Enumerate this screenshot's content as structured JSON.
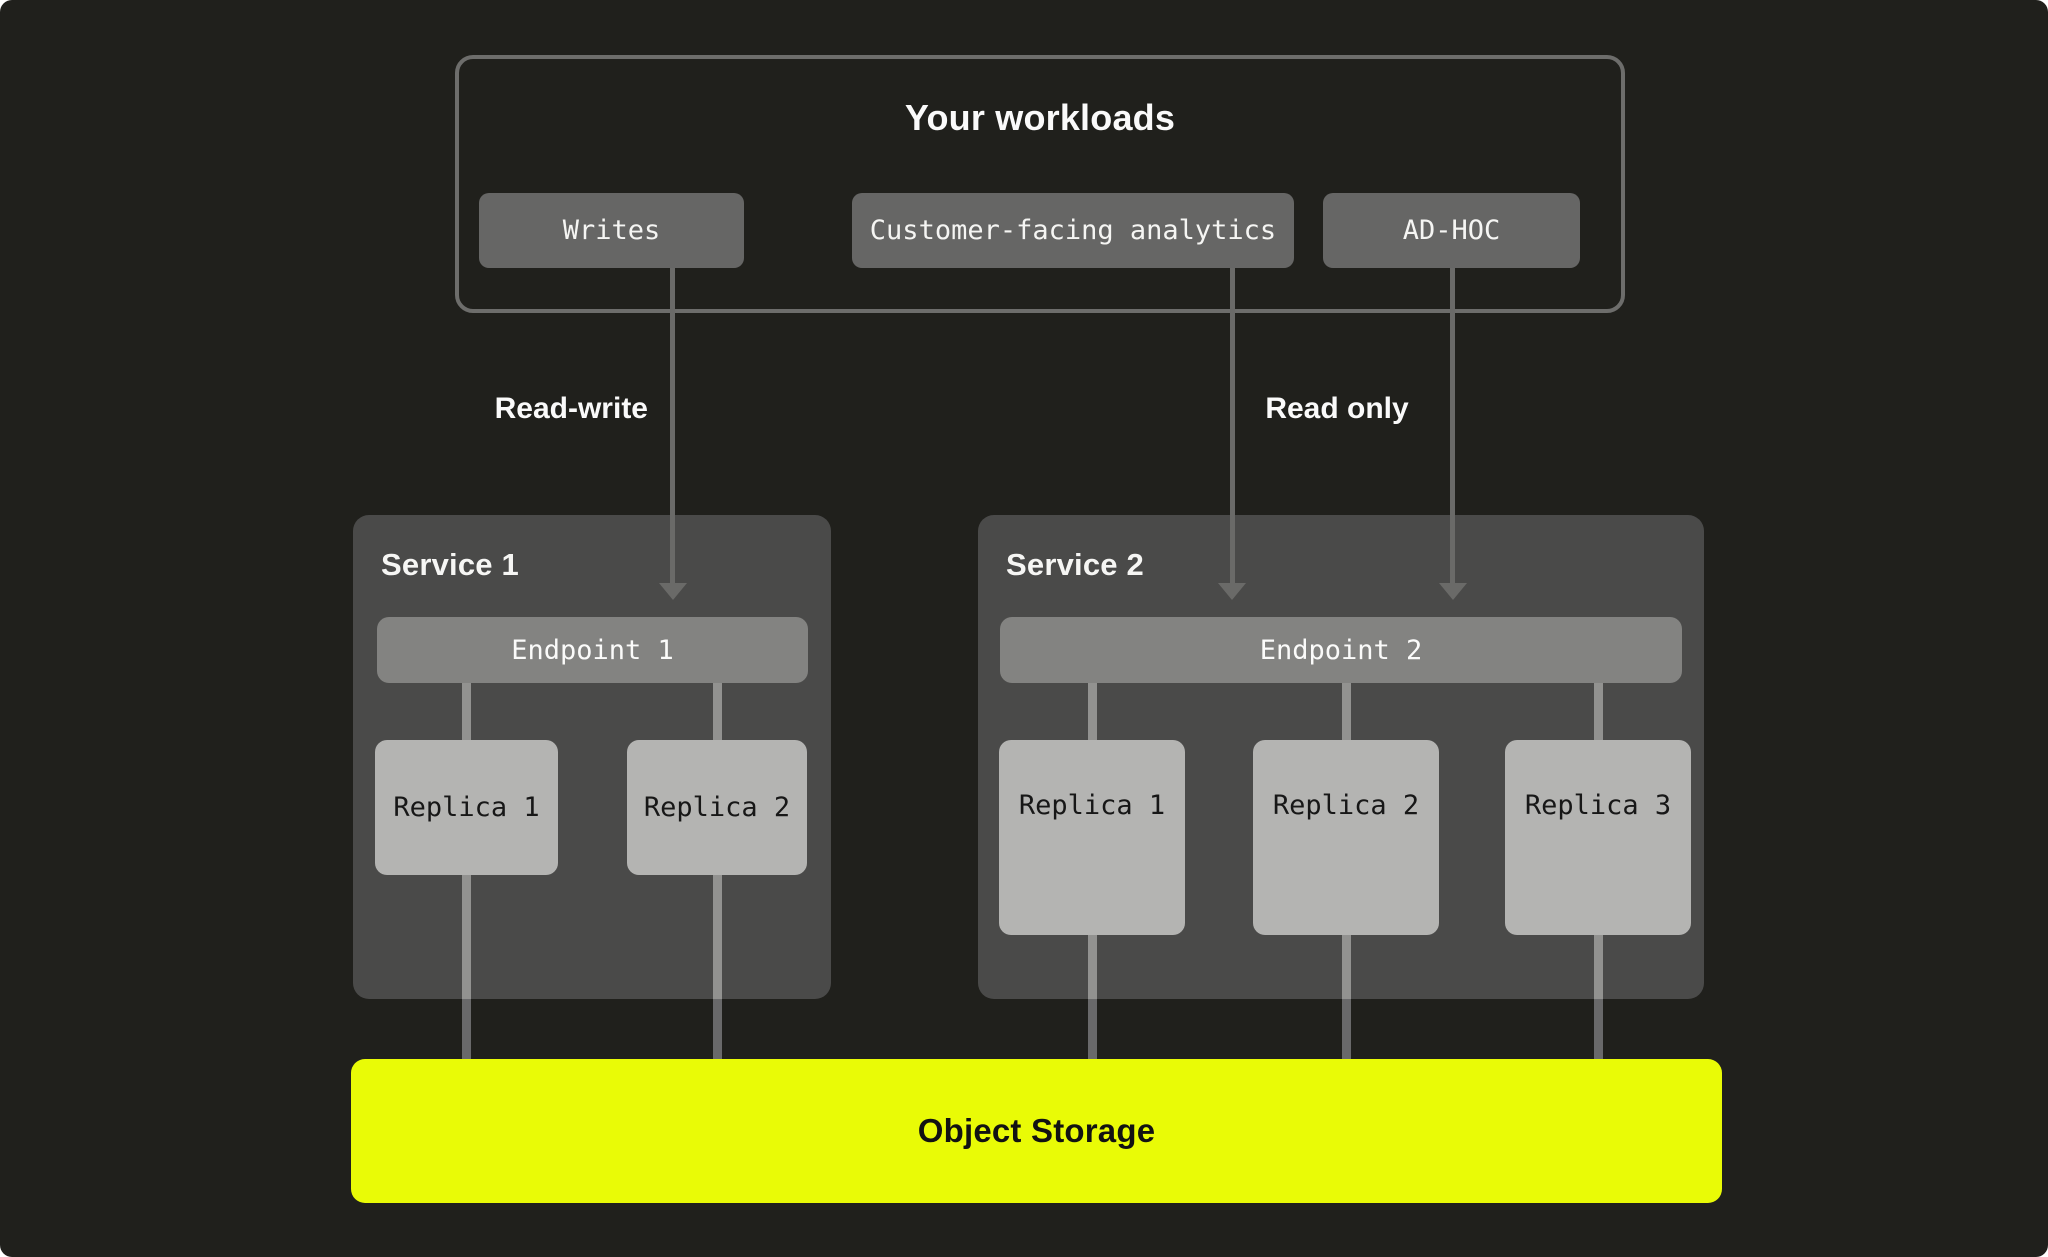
{
  "diagram": {
    "workloads": {
      "title": "Your workloads",
      "buttons": [
        {
          "label": "Writes"
        },
        {
          "label": "Customer-facing analytics"
        },
        {
          "label": "AD-HOC"
        }
      ]
    },
    "edges": {
      "read_write_label": "Read-write",
      "read_only_label": "Read only"
    },
    "services": [
      {
        "title": "Service 1",
        "endpoint": "Endpoint 1",
        "replicas": [
          "Replica 1",
          "Replica 2"
        ]
      },
      {
        "title": "Service 2",
        "endpoint": "Endpoint 2",
        "replicas": [
          "Replica 1",
          "Replica 2",
          "Replica 3"
        ]
      }
    ],
    "storage": {
      "label": "Object Storage"
    }
  },
  "colors": {
    "page_bg": "#ffffff",
    "canvas_bg": "#20201c",
    "panel_border": "#6d6d6b",
    "button_bg": "#666665",
    "button_text": "#f5f5f3",
    "service_bg": "#4a4a49",
    "service_title_text": "#f6f6f4",
    "endpoint_bg": "#838381",
    "endpoint_text": "#fbfbfa",
    "replica_bg": "#b4b4b2",
    "replica_text": "#171717",
    "storage_bg": "#e9fb06",
    "storage_text": "#121212",
    "arrow": "#6a6a68",
    "line_inner": "#929290",
    "line_outer": "#69696a",
    "label_text": "#fafafa"
  }
}
